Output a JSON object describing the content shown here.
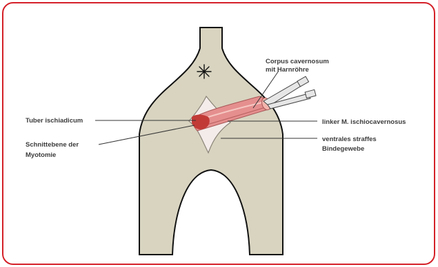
{
  "colors": {
    "frame": "#d42028",
    "body_fill": "#d8d4c0",
    "outline": "#111111",
    "incision_fill": "#f4ecea",
    "muscle": "#e58f8f",
    "muscle_dark": "#c23a36",
    "leader": "#333333"
  },
  "labels": {
    "corpus": [
      "Corpus cavernosum",
      "mit Harnröhre"
    ],
    "tuber": [
      "Tuber ischiadicum"
    ],
    "schnitt": [
      "Schnittebene der",
      "Myotomie"
    ],
    "ischio": [
      "linker M. ischiocavernosus"
    ],
    "ventral": [
      "ventrales straffes",
      "Bindegewebe"
    ]
  },
  "icons": {
    "star": "asterisk-star-icon",
    "clamp": "forceps-clamp-icon"
  }
}
